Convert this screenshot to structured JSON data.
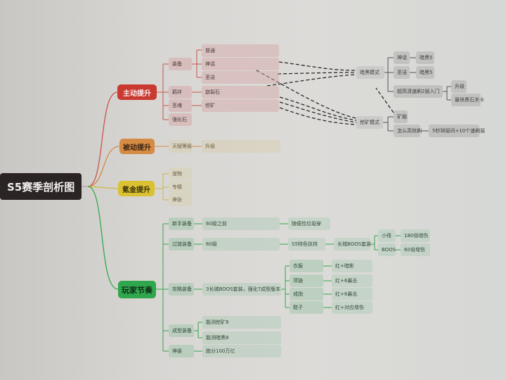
{
  "root": {
    "title": "S5赛季剖析图"
  },
  "branches": {
    "active": {
      "label": "主动提升",
      "color": "#c93a30",
      "children": [
        {
          "label": "装备",
          "children": [
            "普通",
            "神话",
            "圣洁"
          ]
        },
        {
          "label": "羁绊",
          "children": [
            "崩裂石"
          ]
        },
        {
          "label": "圣魂",
          "children": [
            "挖矿"
          ]
        },
        {
          "label": "强化石",
          "children": []
        }
      ]
    },
    "passive": {
      "label": "被动提升",
      "color": "#d68b45",
      "children": [
        {
          "label": "天赋等级",
          "children": [
            "升级"
          ]
        }
      ]
    },
    "money": {
      "label": "氪金提升",
      "color": "#d9c132",
      "children": [
        {
          "label": "宠物"
        },
        {
          "label": "专精"
        },
        {
          "label": "神张"
        }
      ]
    },
    "rhythm": {
      "label": "玩家节奏",
      "color": "#2fa84d",
      "children": [
        {
          "label": "新手装备",
          "detail": "60级之前",
          "next": "随便捡垃圾穿"
        },
        {
          "label": "过渡装备",
          "detail": "60级",
          "next": "S5特色扶持",
          "next2": "长城BOOS套装",
          "sub": [
            {
              "label": "小怪",
              "value": "180倍增伤"
            },
            {
              "label": "BOOS",
              "value": "60倍增伤"
            }
          ]
        },
        {
          "label": "攻略装备",
          "detail": "3长城BOOS套装，强化7成型版本",
          "sub": [
            {
              "label": "衣服",
              "value": "红+暗影"
            },
            {
              "label": "项链",
              "value": "红+6暴击"
            },
            {
              "label": "戒指",
              "value": "红+6暴击"
            },
            {
              "label": "鞋子",
              "value": "红+对应增伤"
            }
          ]
        },
        {
          "label": "成型装备",
          "sub": [
            "能测挖矿8",
            "能测暗黑8"
          ]
        },
        {
          "label": "神装",
          "detail": "跑分100万亿"
        }
      ]
    }
  },
  "modes": {
    "dark": {
      "label": "暗黑模式",
      "children": [
        {
          "label": "神话",
          "value": "暗黑5"
        },
        {
          "label": "圣洁",
          "value": "暗黑5"
        },
        {
          "label": "超高清速刷2层入门",
          "sub": [
            "升级",
            "最快黑石关卡"
          ]
        }
      ]
    },
    "mining": {
      "label": "挖矿模式",
      "children": [
        {
          "label": "矿脑"
        },
        {
          "label": "怎么高效刷",
          "value": "5秒钟层间+10个速刷层"
        }
      ]
    }
  }
}
